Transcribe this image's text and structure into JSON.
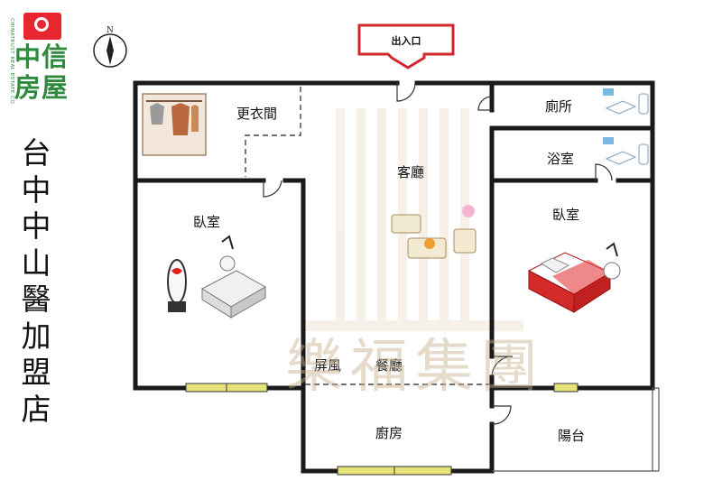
{
  "brand": {
    "name_line1": "中信",
    "name_line2": "房屋",
    "side_text": "CHINATRUST REAL ESTATE CO."
  },
  "store_name": "台中中山醫加盟店",
  "compass": {
    "label": "N"
  },
  "entrance": {
    "label": "出入口"
  },
  "rooms": {
    "walk_in_closet": "更衣間",
    "living_room": "客廳",
    "toilet": "廁所",
    "bathroom": "浴室",
    "bedroom_left": "臥室",
    "bedroom_right": "臥室",
    "screen": "屏風",
    "dining_room": "餐廳",
    "kitchen": "廚房",
    "balcony": "陽台"
  },
  "watermark": {
    "text": "樂福集團"
  },
  "colors": {
    "wall": "#1a1a1a",
    "window": "#e6e27a",
    "entrance_red": "#d0262c",
    "brand_green": "#2e8a3c",
    "bed_red": "#d42a2a",
    "watermark": "#c9b08c"
  }
}
